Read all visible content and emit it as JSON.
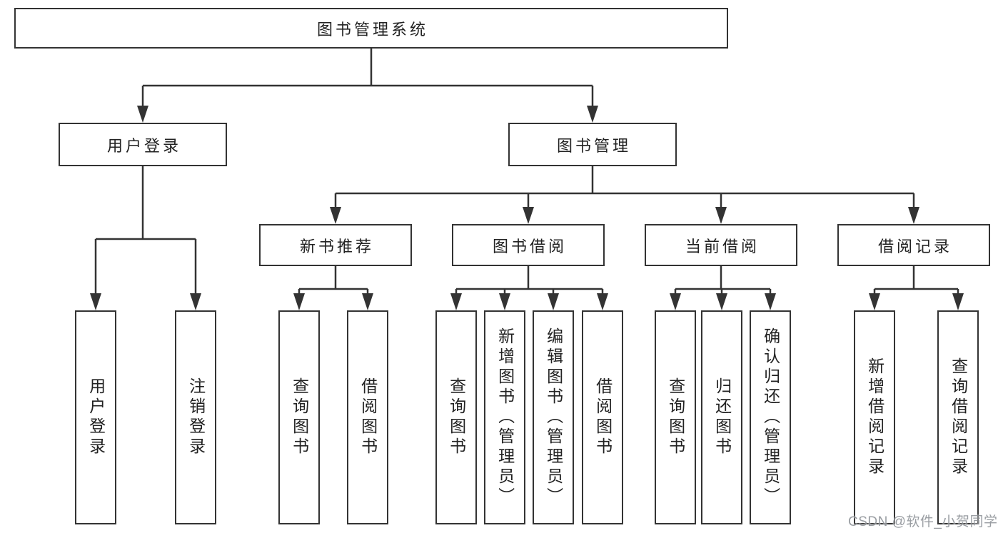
{
  "diagram": {
    "colors": {
      "line": "#333333",
      "box_border": "#333333",
      "text": "#222222",
      "background": "#ffffff",
      "watermark": "#82878e"
    },
    "root": {
      "label": "图书管理系统"
    },
    "user_login": {
      "label": "用户登录",
      "children": [
        {
          "label": "用户登录"
        },
        {
          "label": "注销登录"
        }
      ]
    },
    "book_management": {
      "label": "图书管理",
      "sections": [
        {
          "label": "新书推荐",
          "children": [
            {
              "label": "查询图书"
            },
            {
              "label": "借阅图书"
            }
          ]
        },
        {
          "label": "图书借阅",
          "children": [
            {
              "label": "查询图书"
            },
            {
              "label": "新增图书（管理员）"
            },
            {
              "label": "编辑图书（管理员）"
            },
            {
              "label": "借阅图书"
            }
          ]
        },
        {
          "label": "当前借阅",
          "children": [
            {
              "label": "查询图书"
            },
            {
              "label": "归还图书"
            },
            {
              "label": "确认归还（管理员）"
            }
          ]
        },
        {
          "label": "借阅记录",
          "children": [
            {
              "label": "新增借阅记录"
            },
            {
              "label": "查询借阅记录"
            }
          ]
        }
      ]
    },
    "watermark": "CSDN @软件_小贺同学"
  }
}
